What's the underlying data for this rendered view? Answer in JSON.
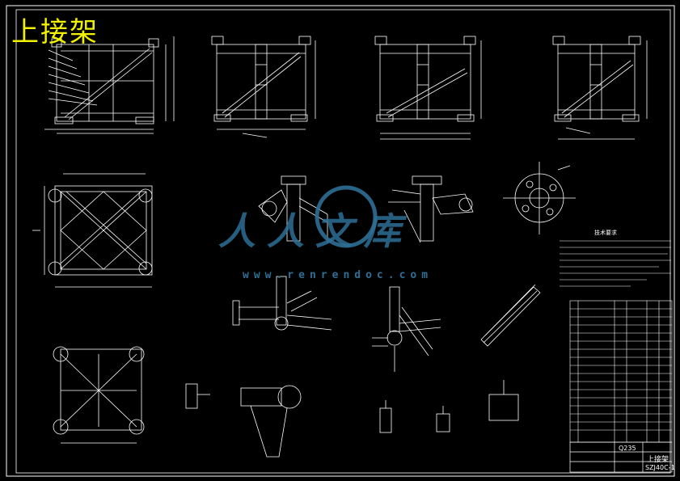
{
  "drawing": {
    "title": "上接架",
    "title_block": {
      "part_name": "上接架",
      "material": "Q235",
      "drawing_no": "SZJ40C-1"
    },
    "notes_title": "技术要求",
    "watermark": {
      "brand": "人人文库",
      "url": "www.renrendoc.com"
    },
    "colors": {
      "background": "#000000",
      "lines": "#ffffff",
      "title": "#f2f200",
      "watermark": "#2d6f96"
    }
  }
}
